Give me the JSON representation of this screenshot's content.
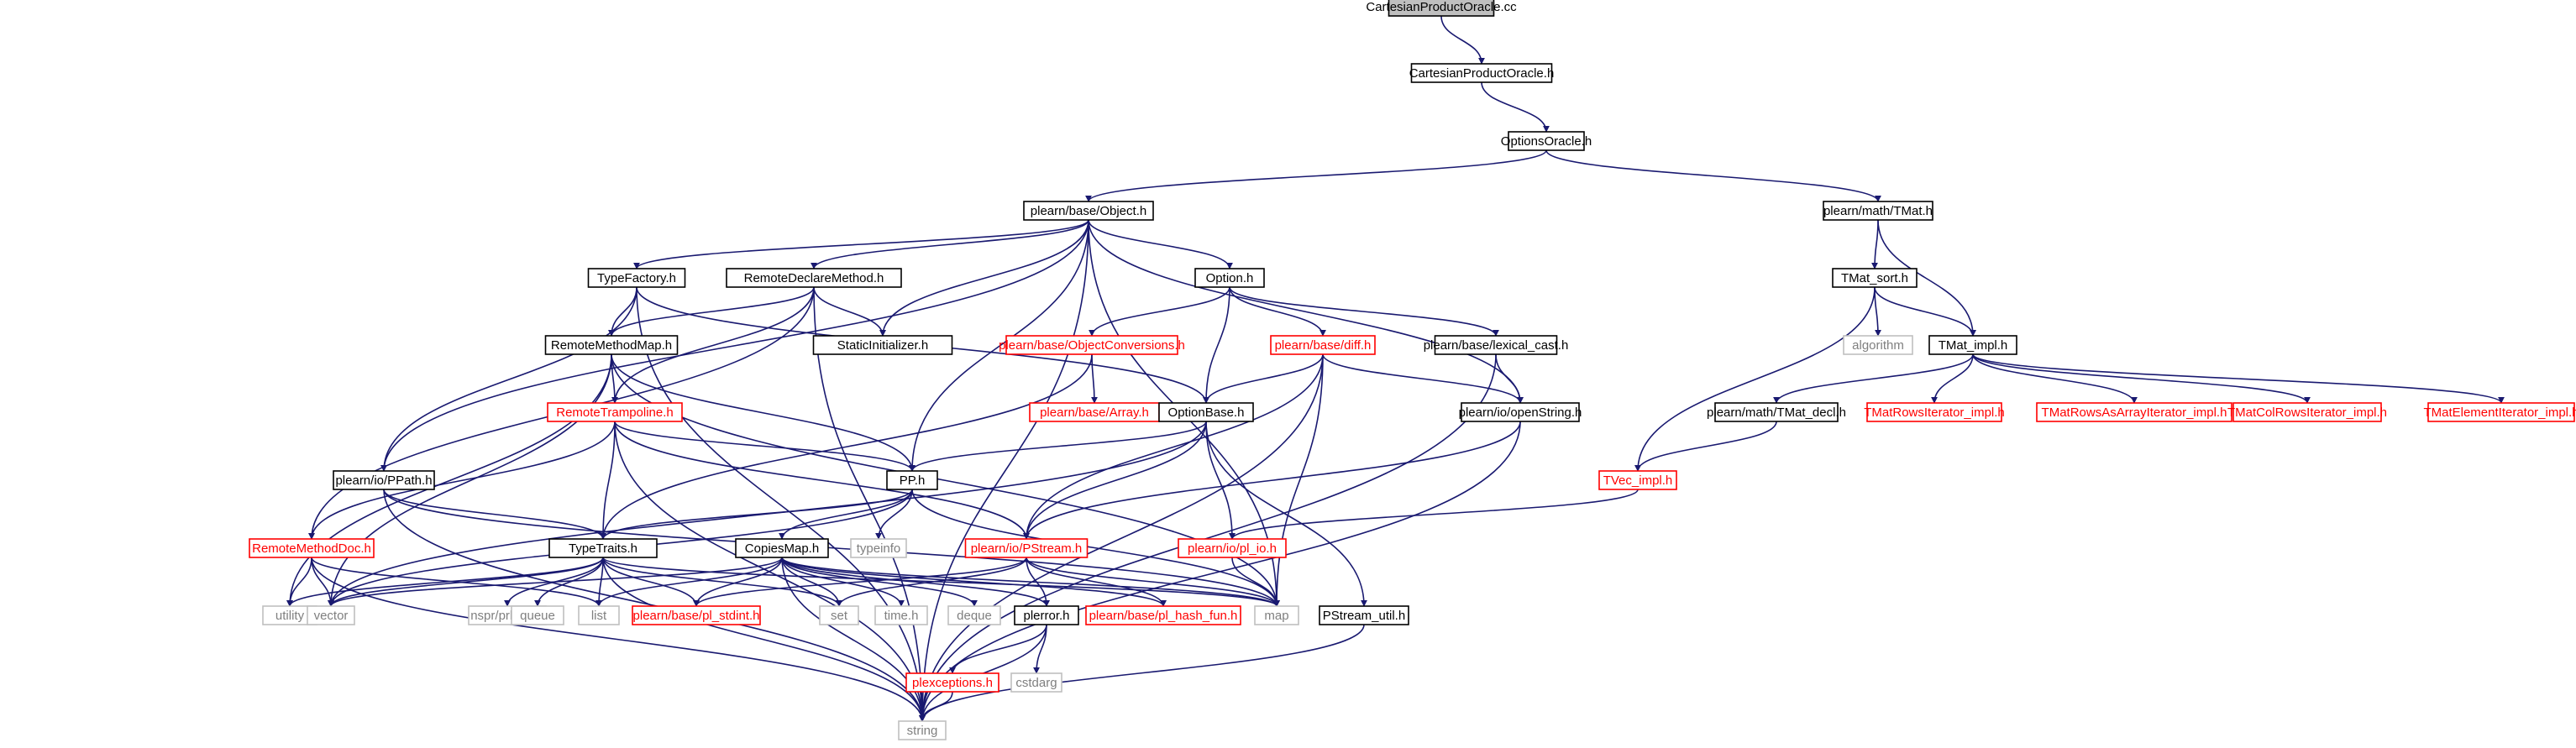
{
  "diagram": {
    "kind": "include-dependency-graph",
    "colors": {
      "edge": "#191970",
      "root_fill": "#bfbfbf",
      "documented_border": "#000000",
      "doc_link_border": "#ff0000",
      "external_border": "#bfbfbf",
      "documented_text": "#000000",
      "doc_link_text": "#ff0000",
      "external_text": "#7f7f7f"
    },
    "nodes": [
      {
        "id": "cpo_cc",
        "label": "CartesianProductOracle.cc",
        "style": "root"
      },
      {
        "id": "cpo_h",
        "label": "CartesianProductOracle.h",
        "style": "documented"
      },
      {
        "id": "oo_h",
        "label": "OptionsOracle.h",
        "style": "documented"
      },
      {
        "id": "object_h",
        "label": "plearn/base/Object.h",
        "style": "documented"
      },
      {
        "id": "tmat_h",
        "label": "plearn/math/TMat.h",
        "style": "documented"
      },
      {
        "id": "typefactory_h",
        "label": "TypeFactory.h",
        "style": "documented"
      },
      {
        "id": "rdm_h",
        "label": "RemoteDeclareMethod.h",
        "style": "documented"
      },
      {
        "id": "option_h",
        "label": "Option.h",
        "style": "documented"
      },
      {
        "id": "tmatsort_h",
        "label": "TMat_sort.h",
        "style": "documented"
      },
      {
        "id": "rmm_h",
        "label": "RemoteMethodMap.h",
        "style": "documented"
      },
      {
        "id": "staticinit_h",
        "label": "StaticInitializer.h",
        "style": "documented"
      },
      {
        "id": "objconv_h",
        "label": "plearn/base/ObjectConversions.h",
        "style": "link"
      },
      {
        "id": "diff_h",
        "label": "plearn/base/diff.h",
        "style": "link"
      },
      {
        "id": "lexcast_h",
        "label": "plearn/base/lexical_cast.h",
        "style": "documented"
      },
      {
        "id": "algorithm",
        "label": "algorithm",
        "style": "external"
      },
      {
        "id": "tmatimpl_h",
        "label": "TMat_impl.h",
        "style": "documented"
      },
      {
        "id": "array_h",
        "label": "plearn/base/Array.h",
        "style": "link"
      },
      {
        "id": "rtramp_h",
        "label": "RemoteTrampoline.h",
        "style": "link"
      },
      {
        "id": "optionbase_h",
        "label": "OptionBase.h",
        "style": "documented"
      },
      {
        "id": "openstring_h",
        "label": "plearn/io/openString.h",
        "style": "documented"
      },
      {
        "id": "tmatdecl_h",
        "label": "plearn/math/TMat_decl.h",
        "style": "documented"
      },
      {
        "id": "tmatrows_h",
        "label": "TMatRowsIterator_impl.h",
        "style": "link"
      },
      {
        "id": "tmatrowsarr_h",
        "label": "TMatRowsAsArrayIterator_impl.h",
        "style": "link"
      },
      {
        "id": "tmatcol_h",
        "label": "TMatColRowsIterator_impl.h",
        "style": "link"
      },
      {
        "id": "tmatelem_h",
        "label": "TMatElementIterator_impl.h",
        "style": "link"
      },
      {
        "id": "ppath_h",
        "label": "plearn/io/PPath.h",
        "style": "documented"
      },
      {
        "id": "pp_h",
        "label": "PP.h",
        "style": "documented"
      },
      {
        "id": "tvecimpl_h",
        "label": "TVec_impl.h",
        "style": "link"
      },
      {
        "id": "rmdoc_h",
        "label": "RemoteMethodDoc.h",
        "style": "link"
      },
      {
        "id": "typetraits_h",
        "label": "TypeTraits.h",
        "style": "documented"
      },
      {
        "id": "copiesmap_h",
        "label": "CopiesMap.h",
        "style": "documented"
      },
      {
        "id": "typeinfo",
        "label": "typeinfo",
        "style": "external"
      },
      {
        "id": "pstream_h",
        "label": "plearn/io/PStream.h",
        "style": "link"
      },
      {
        "id": "plio_h",
        "label": "plearn/io/pl_io.h",
        "style": "link"
      },
      {
        "id": "utility",
        "label": "utility",
        "style": "external"
      },
      {
        "id": "vector",
        "label": "vector",
        "style": "external"
      },
      {
        "id": "nspr",
        "label": "nspr/prlong.h",
        "style": "external"
      },
      {
        "id": "queue",
        "label": "queue",
        "style": "external"
      },
      {
        "id": "list",
        "label": "list",
        "style": "external"
      },
      {
        "id": "plstdint_h",
        "label": "plearn/base/pl_stdint.h",
        "style": "link"
      },
      {
        "id": "set",
        "label": "set",
        "style": "external"
      },
      {
        "id": "time_h",
        "label": "time.h",
        "style": "external"
      },
      {
        "id": "deque",
        "label": "deque",
        "style": "external"
      },
      {
        "id": "plerror_h",
        "label": "plerror.h",
        "style": "documented"
      },
      {
        "id": "plhash_h",
        "label": "plearn/base/pl_hash_fun.h",
        "style": "link"
      },
      {
        "id": "map",
        "label": "map",
        "style": "external"
      },
      {
        "id": "pstreamutil_h",
        "label": "PStream_util.h",
        "style": "documented"
      },
      {
        "id": "plexc_h",
        "label": "plexceptions.h",
        "style": "link"
      },
      {
        "id": "cstdarg",
        "label": "cstdarg",
        "style": "external"
      },
      {
        "id": "string",
        "label": "string",
        "style": "external"
      }
    ],
    "edges": [
      [
        "cpo_cc",
        "cpo_h"
      ],
      [
        "cpo_h",
        "oo_h"
      ],
      [
        "oo_h",
        "object_h"
      ],
      [
        "oo_h",
        "tmat_h"
      ],
      [
        "object_h",
        "typefactory_h"
      ],
      [
        "object_h",
        "rdm_h"
      ],
      [
        "object_h",
        "option_h"
      ],
      [
        "object_h",
        "staticinit_h"
      ],
      [
        "object_h",
        "ppath_h"
      ],
      [
        "object_h",
        "pp_h"
      ],
      [
        "object_h",
        "openstring_h"
      ],
      [
        "object_h",
        "map"
      ],
      [
        "object_h",
        "string"
      ],
      [
        "tmat_h",
        "tmatsort_h"
      ],
      [
        "tmat_h",
        "tmatimpl_h"
      ],
      [
        "tmatsort_h",
        "algorithm"
      ],
      [
        "tmatsort_h",
        "tmatimpl_h"
      ],
      [
        "tmatsort_h",
        "tvecimpl_h"
      ],
      [
        "typefactory_h",
        "rmm_h"
      ],
      [
        "typefactory_h",
        "ppath_h"
      ],
      [
        "typefactory_h",
        "optionbase_h"
      ],
      [
        "typefactory_h",
        "string"
      ],
      [
        "rdm_h",
        "rmm_h"
      ],
      [
        "rdm_h",
        "rtramp_h"
      ],
      [
        "rdm_h",
        "staticinit_h"
      ],
      [
        "rdm_h",
        "rmdoc_h"
      ],
      [
        "rdm_h",
        "string"
      ],
      [
        "option_h",
        "objconv_h"
      ],
      [
        "option_h",
        "diff_h"
      ],
      [
        "option_h",
        "lexcast_h"
      ],
      [
        "option_h",
        "optionbase_h"
      ],
      [
        "rmm_h",
        "rtramp_h"
      ],
      [
        "rmm_h",
        "pp_h"
      ],
      [
        "rmm_h",
        "map"
      ],
      [
        "rmm_h",
        "utility"
      ],
      [
        "rmm_h",
        "vector"
      ],
      [
        "objconv_h",
        "array_h"
      ],
      [
        "objconv_h",
        "typetraits_h"
      ],
      [
        "diff_h",
        "optionbase_h"
      ],
      [
        "diff_h",
        "openstring_h"
      ],
      [
        "diff_h",
        "pstream_h"
      ],
      [
        "diff_h",
        "map"
      ],
      [
        "diff_h",
        "string"
      ],
      [
        "lexcast_h",
        "openstring_h"
      ],
      [
        "lexcast_h",
        "string"
      ],
      [
        "tmatimpl_h",
        "tmatdecl_h"
      ],
      [
        "tmatimpl_h",
        "tmatrows_h"
      ],
      [
        "tmatimpl_h",
        "tmatrowsarr_h"
      ],
      [
        "tmatimpl_h",
        "tmatcol_h"
      ],
      [
        "tmatimpl_h",
        "tmatelem_h"
      ],
      [
        "tmatdecl_h",
        "tvecimpl_h"
      ],
      [
        "rtramp_h",
        "pp_h"
      ],
      [
        "rtramp_h",
        "pstream_h"
      ],
      [
        "rtramp_h",
        "typetraits_h"
      ],
      [
        "rtramp_h",
        "rmdoc_h"
      ],
      [
        "rtramp_h",
        "string"
      ],
      [
        "optionbase_h",
        "pp_h"
      ],
      [
        "optionbase_h",
        "pstream_h"
      ],
      [
        "optionbase_h",
        "plio_h"
      ],
      [
        "optionbase_h",
        "pstreamutil_h"
      ],
      [
        "optionbase_h",
        "vector"
      ],
      [
        "openstring_h",
        "pstream_h"
      ],
      [
        "openstring_h",
        "string"
      ],
      [
        "tvecimpl_h",
        "plio_h"
      ],
      [
        "ppath_h",
        "typetraits_h"
      ],
      [
        "ppath_h",
        "map"
      ],
      [
        "ppath_h",
        "string"
      ],
      [
        "pp_h",
        "typetraits_h"
      ],
      [
        "pp_h",
        "copiesmap_h"
      ],
      [
        "pp_h",
        "typeinfo"
      ],
      [
        "pp_h",
        "map"
      ],
      [
        "pp_h",
        "vector"
      ],
      [
        "rmdoc_h",
        "utility"
      ],
      [
        "rmdoc_h",
        "vector"
      ],
      [
        "rmdoc_h",
        "list"
      ],
      [
        "rmdoc_h",
        "string"
      ],
      [
        "typetraits_h",
        "utility"
      ],
      [
        "typetraits_h",
        "vector"
      ],
      [
        "typetraits_h",
        "nspr"
      ],
      [
        "typetraits_h",
        "queue"
      ],
      [
        "typetraits_h",
        "list"
      ],
      [
        "typetraits_h",
        "plstdint_h"
      ],
      [
        "typetraits_h",
        "set"
      ],
      [
        "typetraits_h",
        "map"
      ],
      [
        "typetraits_h",
        "string"
      ],
      [
        "copiesmap_h",
        "map"
      ],
      [
        "copiesmap_h",
        "set"
      ],
      [
        "copiesmap_h",
        "time_h"
      ],
      [
        "copiesmap_h",
        "deque"
      ],
      [
        "copiesmap_h",
        "plerror_h"
      ],
      [
        "copiesmap_h",
        "plhash_h"
      ],
      [
        "copiesmap_h",
        "list"
      ],
      [
        "copiesmap_h",
        "vector"
      ],
      [
        "copiesmap_h",
        "plstdint_h"
      ],
      [
        "copiesmap_h",
        "string"
      ],
      [
        "pstream_h",
        "plerror_h"
      ],
      [
        "pstream_h",
        "plhash_h"
      ],
      [
        "pstream_h",
        "set"
      ],
      [
        "pstream_h",
        "plstdint_h"
      ],
      [
        "pstream_h",
        "map"
      ],
      [
        "plio_h",
        "map"
      ],
      [
        "plerror_h",
        "plexc_h"
      ],
      [
        "plerror_h",
        "cstdarg"
      ],
      [
        "plerror_h",
        "string"
      ],
      [
        "pstreamutil_h",
        "string"
      ],
      [
        "plexc_h",
        "string"
      ]
    ]
  }
}
